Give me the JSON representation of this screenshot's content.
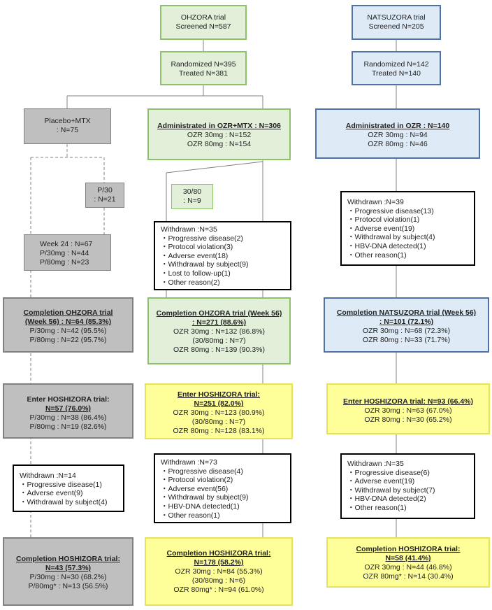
{
  "ohzora_screen": {
    "line1": "OHZORA trial",
    "line2": "Screened N=587"
  },
  "natsuzora_screen": {
    "line1": "NATSUZORA trial",
    "line2": "Screened N=205"
  },
  "ohzora_random": {
    "line1": "Randomized N=395",
    "line2": "Treated N=381"
  },
  "natsuzora_random": {
    "line1": "Randomized N=142",
    "line2": "Treated N=140"
  },
  "placebo": {
    "line1": "Placebo+MTX",
    "line2": ": N=75"
  },
  "ozr_mtx": {
    "title": "Administrated in OZR+MTX : N=306",
    "line1": "OZR 30mg : N=152",
    "line2": "OZR 80mg : N=154"
  },
  "ozr_only": {
    "title": "Administrated in OZR : N=140",
    "line1": "OZR 30mg : N=94",
    "line2": "OZR 80mg : N=46"
  },
  "p30": {
    "line1": "P/30",
    "line2": ": N=21"
  },
  "s3080": {
    "line1": "30/80",
    "line2": ": N=9"
  },
  "week24": {
    "line1": "Week 24 : N=67",
    "line2": "P/30mg : N=44",
    "line3": "P/80mg : N=23"
  },
  "withdrawn_ozr_mtx": {
    "title": "Withdrawn :N=35",
    "items": [
      "・Progressive disease(2)",
      "・Protocol violation(3)",
      "・Adverse event(18)",
      "・Withdrawal by subject(9)",
      "・Lost to follow-up(1)",
      "・Other reason(2)"
    ]
  },
  "withdrawn_natsu": {
    "title": "Withdrawn :N=39",
    "items": [
      "・Progressive disease(13)",
      "・Protocol violation(1)",
      "・Adverse event(19)",
      "・Withdrawal by subject(4)",
      "・HBV-DNA detected(1)",
      "・Other reason(1)"
    ]
  },
  "comp_ohzora_placebo": {
    "title1": "Completion OHZORA trial",
    "title2": "(Week 56) : N=64 (85.3%)",
    "line1": "P/30mg : N=42 (95.5%)",
    "line2": "P/80mg : N=22 (95.7%)"
  },
  "comp_ohzora_ozr": {
    "title1": "Completion OHZORA trial (Week 56)",
    "title2": ": N=271 (88.6%)",
    "line1": "OZR 30mg : N=132 (86.8%)",
    "line2": "(30/80mg : N=7)",
    "line3": "OZR 80mg : N=139 (90.3%)"
  },
  "comp_natsu": {
    "title1": "Completion NATSUZORA trial (Week 56)",
    "title2": ": N=101 (72.1%)",
    "line1": "OZR 30mg : N=68 (72.3%)",
    "line2": "OZR 80mg : N=33 (71.7%)"
  },
  "enter_placebo": {
    "title1": "Enter HOSHIZORA trial:",
    "title2": "N=57 (76.0%)",
    "line1": "P/30mg : N=38 (86.4%)",
    "line2": "P/80mg : N=19 (82.6%)"
  },
  "enter_ozr_mtx": {
    "title1": "Enter HOSHIZORA trial:",
    "title2": "N=251 (82.0%)",
    "line1": "OZR 30mg : N=123 (80.9%)",
    "line2": "(30/80mg : N=7)",
    "line3": "OZR 80mg : N=128 (83.1%)"
  },
  "enter_natsu": {
    "title1": "Enter HOSHIZORA trial: N=93 (66.4%)",
    "line1": "OZR 30mg : N=63 (67.0%)",
    "line2": "OZR 80mg : N=30 (65.2%)"
  },
  "withdrawn_h_placebo": {
    "title": "Withdrawn :N=14",
    "items": [
      "・Progressive disease(1)",
      "・Adverse event(9)",
      "・Withdrawal by subject(4)"
    ]
  },
  "withdrawn_h_ozr": {
    "title": "Withdrawn :N=73",
    "items": [
      "・Progressive disease(4)",
      "・Protocol violation(2)",
      "・Adverse event(56)",
      "・Withdrawal by subject(9)",
      "・HBV-DNA detected(1)",
      "・Other reason(1)"
    ]
  },
  "withdrawn_h_natsu": {
    "title": "Withdrawn :N=35",
    "items": [
      "・Progressive disease(6)",
      "・Adverse event(19)",
      "・Withdrawal by subject(7)",
      "・HBV-DNA detected(2)",
      "・Other reason(1)"
    ]
  },
  "comp_h_placebo": {
    "title1": "Completion HOSHIZORA trial:",
    "title2": "N=43 (57.3%)",
    "line1": "P/30mg : N=30 (68.2%)",
    "line2": "P/80mg* : N=13 (56.5%)"
  },
  "comp_h_ozr": {
    "title1": "Completion HOSHIZORA trial:",
    "title2": "N=178 (58.2%)",
    "line1": "OZR 30mg : N=84 (55.3%)",
    "line2": "(30/80mg : N=6)",
    "line3": "OZR 80mg* : N=94 (61.0%)"
  },
  "comp_h_natsu": {
    "title1": "Completion HOSHIZORA trial:",
    "title2": "N=58 (41.4%)",
    "line1": "OZR 30mg : N=44 (46.8%)",
    "line2": "OZR 80mg* : N=14 (30.4%)"
  }
}
